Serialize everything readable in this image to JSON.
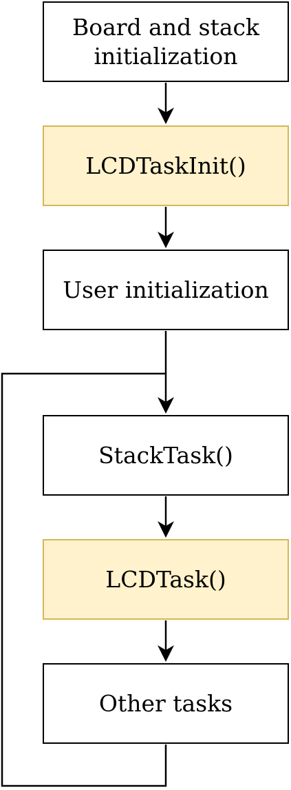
{
  "nodes": [
    {
      "label": "Board and stack\ninitialization",
      "highlight": false
    },
    {
      "label": "LCDTaskInit()",
      "highlight": true
    },
    {
      "label": "User initialization",
      "highlight": false
    },
    {
      "label": "StackTask()",
      "highlight": false
    },
    {
      "label": "LCDTask()",
      "highlight": true
    },
    {
      "label": "Other tasks",
      "highlight": false
    }
  ],
  "colors": {
    "highlight_fill": "#fff2cc",
    "highlight_border": "#d6b656",
    "line": "#000000"
  }
}
